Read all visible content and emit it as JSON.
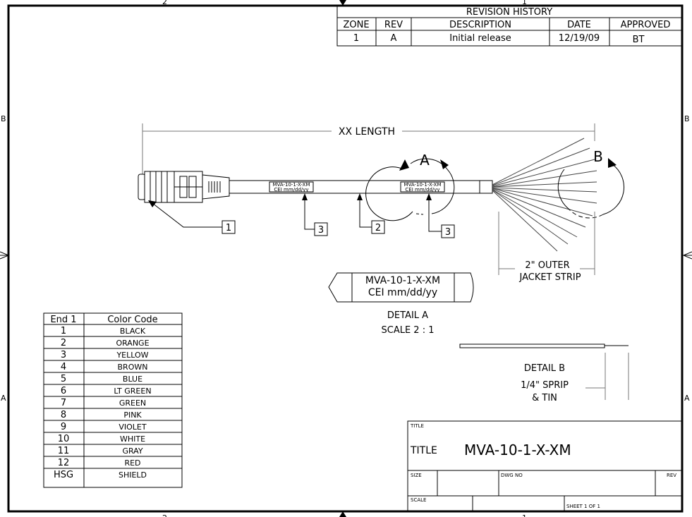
{
  "border": {
    "zone_top_left": "2",
    "zone_top_right": "1",
    "zone_left_upper": "B",
    "zone_right_upper": "B",
    "zone_left_lower": "A",
    "zone_right_lower": "A",
    "zone_bottom_left": "2",
    "zone_bottom_right": "1"
  },
  "revision_history": {
    "title": "REVISION HISTORY",
    "headers": [
      "ZONE",
      "REV",
      "DESCRIPTION",
      "DATE",
      "APPROVED"
    ],
    "row": [
      "1",
      "A",
      "Initial release",
      "12/19/09",
      "BT"
    ]
  },
  "dimension": {
    "length_label": "XX LENGTH",
    "strip_label_line1": "2\" OUTER",
    "strip_label_line2": "JACKET STRIP"
  },
  "callouts": {
    "detail_a_letter": "A",
    "detail_b_letter": "B",
    "balloon_1": "1",
    "balloon_2": "2",
    "balloon_3a": "3",
    "balloon_3b": "3"
  },
  "cable_label": {
    "line1": "MVA-10-1-X-XM",
    "line2": "CEI mm/dd/yy"
  },
  "detail_a": {
    "label_line1": "MVA-10-1-X-XM",
    "label_line2": "CEI mm/dd/yy",
    "caption": "DETAIL  A",
    "scale": "SCALE 2 : 1"
  },
  "detail_b": {
    "caption": "DETAIL  B",
    "note_line1": "1/4\" SPRIP",
    "note_line2": "& TIN"
  },
  "color_table": {
    "headers": [
      "End 1",
      "Color Code"
    ],
    "rows": [
      [
        "1",
        "BLACK"
      ],
      [
        "2",
        "ORANGE"
      ],
      [
        "3",
        "YELLOW"
      ],
      [
        "4",
        "BROWN"
      ],
      [
        "5",
        "BLUE"
      ],
      [
        "6",
        "LT GREEN"
      ],
      [
        "7",
        "GREEN"
      ],
      [
        "8",
        "PINK"
      ],
      [
        "9",
        "VIOLET"
      ],
      [
        "10",
        "WHITE"
      ],
      [
        "11",
        "GRAY"
      ],
      [
        "12",
        "RED"
      ],
      [
        "HSG",
        "SHIELD"
      ]
    ]
  },
  "title_block": {
    "title_small": "TITLE",
    "title_label": "TITLE",
    "title_value": "MVA-10-1-X-XM",
    "size_label": "SIZE",
    "dwg_no_label": "DWG NO",
    "rev_label": "REV",
    "scale_label": "SCALE",
    "sheet_label": "SHEET 1  OF 1"
  }
}
